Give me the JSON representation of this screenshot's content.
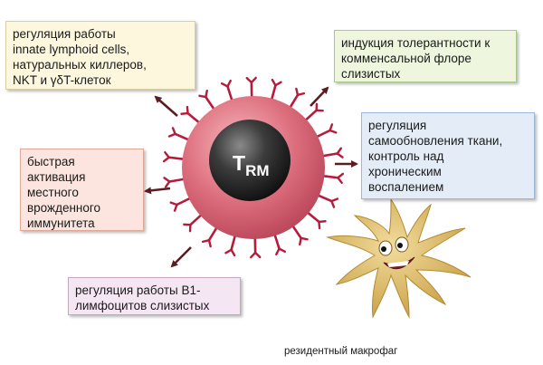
{
  "boxes": {
    "yellow": {
      "text": "регуляция работы\ninnate lymphoid cells,\nнатуральных киллеров,\n NKT и γδT-клеток",
      "fill": "#fdf7de",
      "border": "#d8cfa0"
    },
    "green": {
      "text": "индукция толерантности к\nкомменсальной флоре\nслизистых",
      "fill": "#eef6dd",
      "border": "#a9c98a"
    },
    "pink": {
      "text": "быстрая\nактивация\nместного\nврожденного\nиммунитета",
      "fill": "#fbe5de",
      "border": "#e0a898"
    },
    "blue": {
      "text": "регуляция\nсамообновления ткани,\nконтроль над\nхроническим\nвоспалением",
      "fill": "#e4edf7",
      "border": "#9db7d6"
    },
    "purple": {
      "text": "регуляция работы В1-\nлимфоцитов слизистых",
      "fill": "#f5e6f4",
      "border": "#c9a4c9"
    }
  },
  "cell": {
    "label_main": "T",
    "label_sub": "RM",
    "body_color": "#d96a78",
    "nucleus_color": "#333333",
    "receptor_color": "#b41c3c"
  },
  "arrow_color": "#5a1e22",
  "macrophage": {
    "color": "#d4b25a",
    "caption": "резидентный макрофаг"
  }
}
